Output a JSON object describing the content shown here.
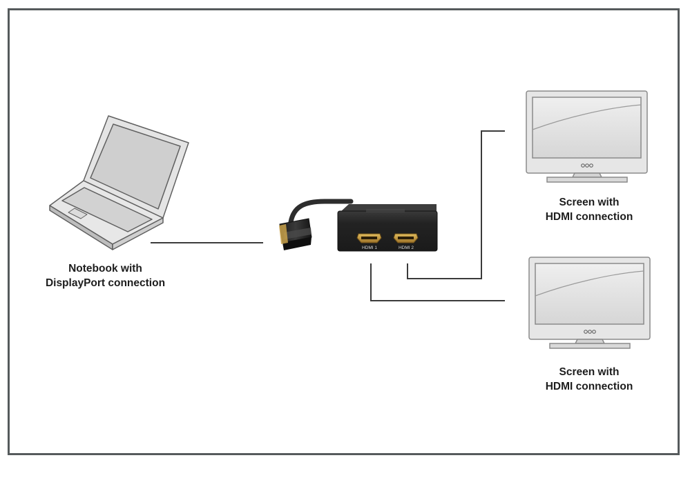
{
  "devices": {
    "notebook": {
      "label_line1": "Notebook with",
      "label_line2": "DisplayPort connection",
      "icon": "laptop-icon"
    },
    "adapter": {
      "port1_label": "HDMI 1",
      "port2_label": "HDMI 2",
      "icon": "displayport-to-dual-hdmi-adapter"
    },
    "screen_top": {
      "label_line1": "Screen with",
      "label_line2": "HDMI connection",
      "icon": "monitor-icon"
    },
    "screen_bottom": {
      "label_line1": "Screen with",
      "label_line2": "HDMI connection",
      "icon": "monitor-icon"
    }
  },
  "colors": {
    "line": "#3a3a3a",
    "device_outline": "#6d6d6d",
    "device_fill": "#e3e3e3",
    "adapter_body": "#262626",
    "hdmi_port": "#c79a3e",
    "frame": "#555a5c"
  }
}
